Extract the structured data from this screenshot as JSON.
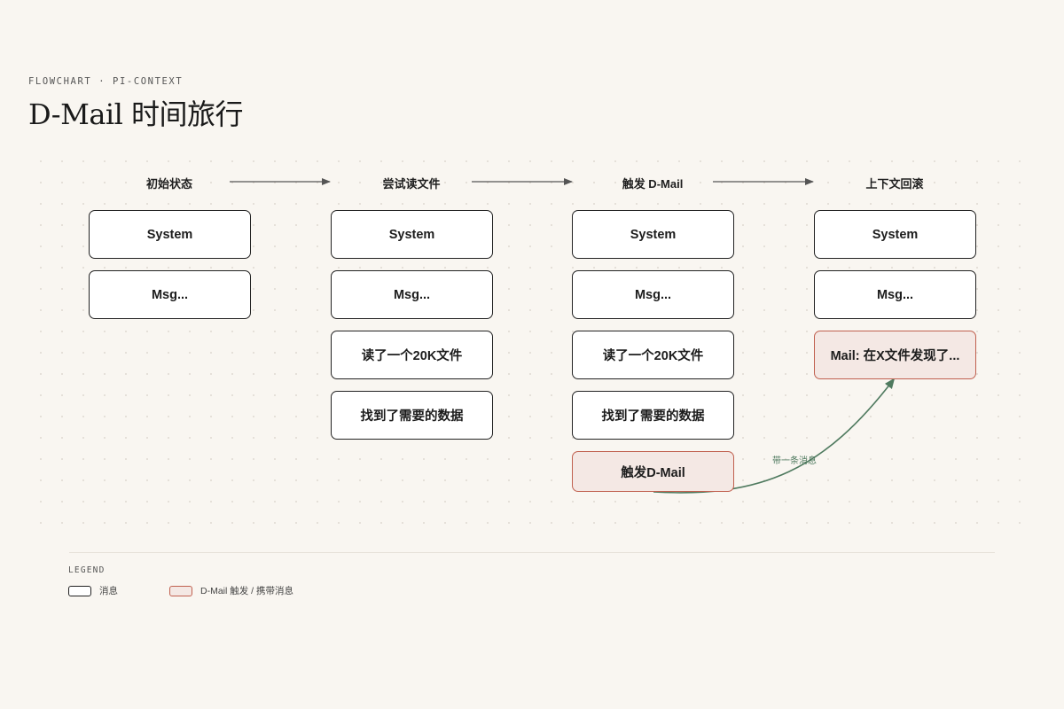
{
  "header": {
    "eyebrow": "FLOWCHART · PI-CONTEXT",
    "title": "D-Mail 时间旅行"
  },
  "columns": [
    {
      "header": "初始状态",
      "nodes": [
        {
          "label": "System",
          "kind": "message"
        },
        {
          "label": "Msg...",
          "kind": "message"
        }
      ]
    },
    {
      "header": "尝试读文件",
      "nodes": [
        {
          "label": "System",
          "kind": "message"
        },
        {
          "label": "Msg...",
          "kind": "message"
        },
        {
          "label": "读了一个20K文件",
          "kind": "message"
        },
        {
          "label": "找到了需要的数据",
          "kind": "message"
        }
      ]
    },
    {
      "header": "触发 D-Mail",
      "nodes": [
        {
          "label": "System",
          "kind": "message"
        },
        {
          "label": "Msg...",
          "kind": "message"
        },
        {
          "label": "读了一个20K文件",
          "kind": "message"
        },
        {
          "label": "找到了需要的数据",
          "kind": "message"
        },
        {
          "label": "触发D-Mail",
          "kind": "dmail"
        }
      ]
    },
    {
      "header": "上下文回滚",
      "nodes": [
        {
          "label": "System",
          "kind": "message"
        },
        {
          "label": "Msg...",
          "kind": "message"
        },
        {
          "label": "Mail: 在X文件发现了...",
          "kind": "dmail"
        }
      ]
    }
  ],
  "edges": {
    "carry_message_label": "带一条消息"
  },
  "legend": {
    "title": "LEGEND",
    "items": [
      {
        "label": "消息",
        "kind": "message"
      },
      {
        "label": "D-Mail 触发 / 携带消息",
        "kind": "dmail"
      }
    ]
  },
  "colors": {
    "background": "#f9f6f1",
    "node_border": "#222222",
    "dmail_fill": "#f4e8e4",
    "dmail_border": "#c0604f",
    "arrow_gray": "#555555",
    "carry_arrow_green": "#4f7a5f"
  }
}
